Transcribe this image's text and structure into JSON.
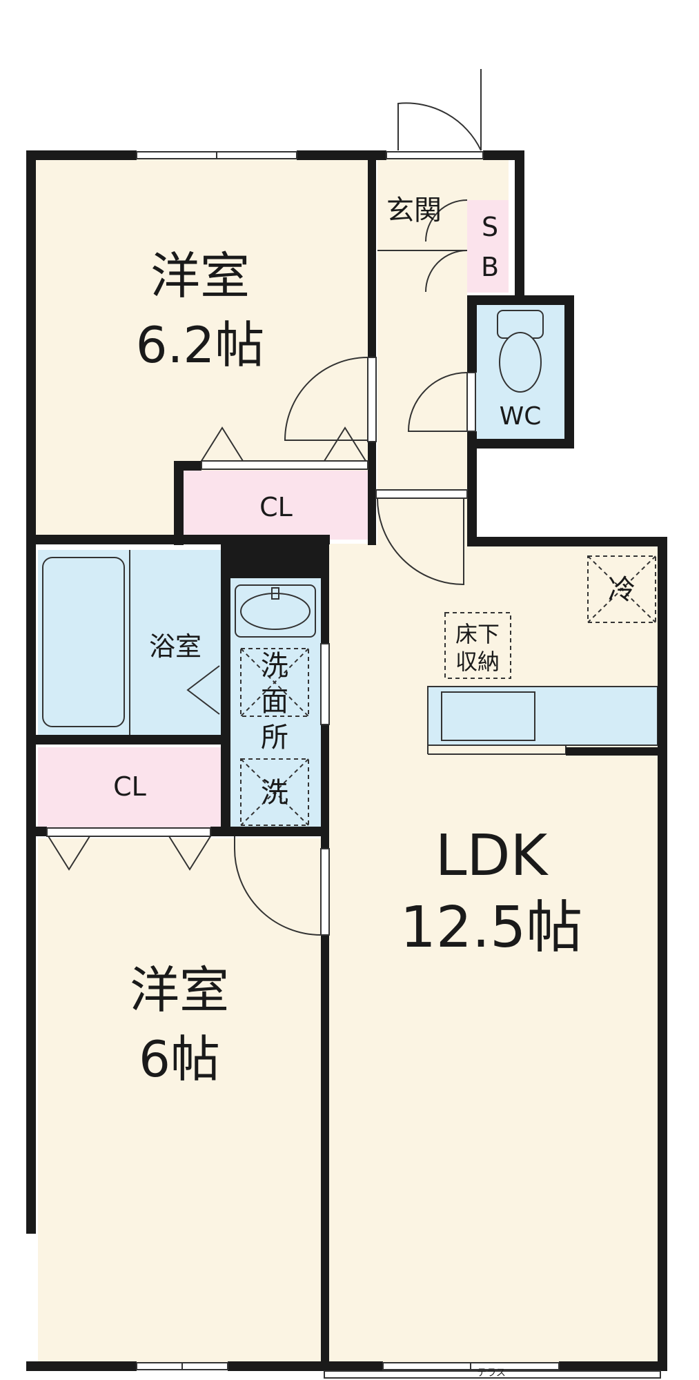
{
  "rooms": {
    "bedroom1": {
      "name": "洋室",
      "size": "6.2帖"
    },
    "bedroom2": {
      "name": "洋室",
      "size": "6帖"
    },
    "ldk": {
      "name": "LDK",
      "size": "12.5帖"
    },
    "entrance": "玄関",
    "shoe_box": [
      "S",
      "B"
    ],
    "wc": "WC",
    "bath": "浴室",
    "washroom": [
      "洗",
      "面",
      "所"
    ],
    "washer": "洗",
    "closet_top": "CL",
    "closet_left": "CL",
    "fridge": "冷",
    "floor_storage": [
      "床下",
      "収納"
    ],
    "terrace": "テラス"
  },
  "colors": {
    "room_fill": "#fbf4e3",
    "closet_fill": "#fbe3ec",
    "wet_fill": "#d4ecf7",
    "wall": "#1a1a1a"
  }
}
